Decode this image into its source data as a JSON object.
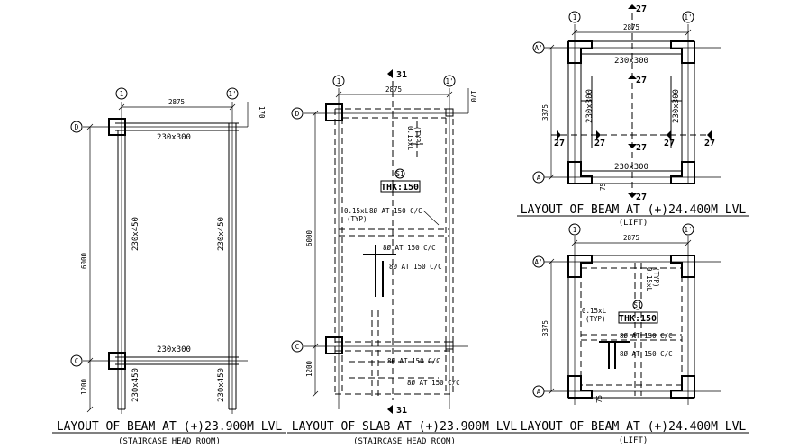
{
  "drawing_a": {
    "grid_top_left": "1",
    "grid_top_right": "1'",
    "grid_row_top": "D",
    "grid_row_bottom": "C",
    "dim_width": "2875",
    "dim_offset": "170",
    "dim_height": "6000",
    "dim_bottom": "1200",
    "beam_top": "230x300",
    "beam_left": "230x450",
    "beam_right": "230x450",
    "beam_mid": "230x300",
    "beam_left_low": "230x450",
    "beam_right_low": "230x450",
    "title": "LAYOUT OF BEAM AT (+)23.900M LVL",
    "subtitle": "(STAIRCASE HEAD ROOM)"
  },
  "drawing_b": {
    "grid_top_left": "1",
    "grid_top_right": "1'",
    "grid_row_top": "D",
    "grid_row_bottom": "C",
    "dim_width": "2875",
    "dim_offset": "170",
    "dim_height": "6000",
    "dim_bottom": "1200",
    "section_top": "31",
    "section_bottom": "31",
    "slab_mark": "S1",
    "thk": "THK:150",
    "note_015": "0.15xL",
    "note_typ": "(TYP)",
    "note_015_b": "0.15xL",
    "note_typ_b": "(TYP)",
    "bar1": "8Ø AT 150 C/C",
    "bar2": "8Ø AT 150 C/C",
    "bar3": "8Ø AT 150 C/C",
    "bar4": "8Ø AT 150 C/C",
    "bar5": "8Ø AT 150 C/C",
    "title": "LAYOUT OF SLAB AT (+)23.900M LVL",
    "subtitle": "(STAIRCASE HEAD ROOM)"
  },
  "drawing_c": {
    "grid_top_left": "1",
    "grid_top_right": "1'",
    "grid_row_top": "A'",
    "grid_row_bottom": "A",
    "dim_width": "2875",
    "dim_height": "3375",
    "dim_small": "75",
    "beam_top": "230x300",
    "beam_left": "230x300",
    "beam_right": "230x300",
    "beam_bottom": "230x300",
    "sec_top": "27",
    "sec_mid_top": "27",
    "sec_mid_bottom": "27",
    "sec_bottom": "27",
    "sec_left_out": "27",
    "sec_left_in": "27",
    "sec_right_in": "27",
    "sec_right_out": "27",
    "title": "LAYOUT OF BEAM AT (+)24.400M LVL",
    "subtitle": "(LIFT)"
  },
  "drawing_d": {
    "grid_top_left": "1",
    "grid_top_right": "1'",
    "grid_row_top": "A'",
    "grid_row_bottom": "A",
    "dim_width": "2875",
    "dim_height": "3375",
    "dim_small": "75",
    "slab_mark": "S1",
    "thk": "THK:150",
    "note_015": "0.15xL",
    "note_typ": "(TYP)",
    "note_015_b": "0.15xL",
    "note_typ_b": "(TYP)",
    "bar1": "8Ø AT 150 C/C",
    "bar2": "8Ø AT 150 C/C",
    "title": "LAYOUT OF BEAM AT (+)24.400M LVL",
    "subtitle": "(LIFT)"
  }
}
